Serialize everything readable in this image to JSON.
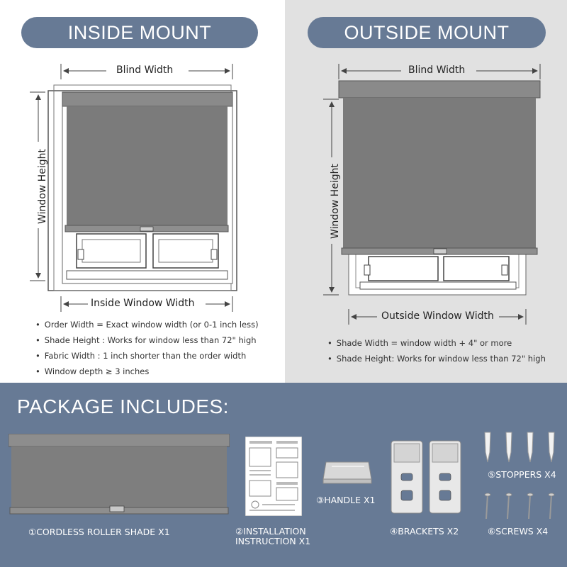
{
  "inside": {
    "title": "INSIDE MOUNT",
    "blind_width_label": "Blind Width",
    "window_height_label": "Window Height",
    "window_width_label": "Inside Window Width",
    "notes": [
      "Order Width = Exact window width (or 0-1 inch less)",
      "Shade Height : Works for window less than 72\" high",
      "Fabric Width : 1 inch shorter than the order width",
      "Window depth ≥ 3 inches"
    ]
  },
  "outside": {
    "title": "OUTSIDE MOUNT",
    "blind_width_label": "Blind Width",
    "window_height_label": "Window Height",
    "window_width_label": "Outside Window Width",
    "notes": [
      "Shade Width = window width + 4\" or more",
      "Shade Height: Works for window less than 72\" high"
    ]
  },
  "package": {
    "title": "PACKAGE INCLUDES:",
    "items": {
      "shade": "①CORDLESS ROLLER SHADE X1",
      "instruction_line1": "②INSTALLATION",
      "instruction_line2": "INSTRUCTION X1",
      "handle": "③HANDLE X1",
      "brackets": "④BRACKETS X2",
      "stoppers": "⑤STOPPERS X4",
      "screws": "⑥SCREWS X4"
    }
  },
  "colors": {
    "accent": "#677a95",
    "fabric": "#7b7b7b",
    "right_panel_bg": "#e1e1e1"
  }
}
